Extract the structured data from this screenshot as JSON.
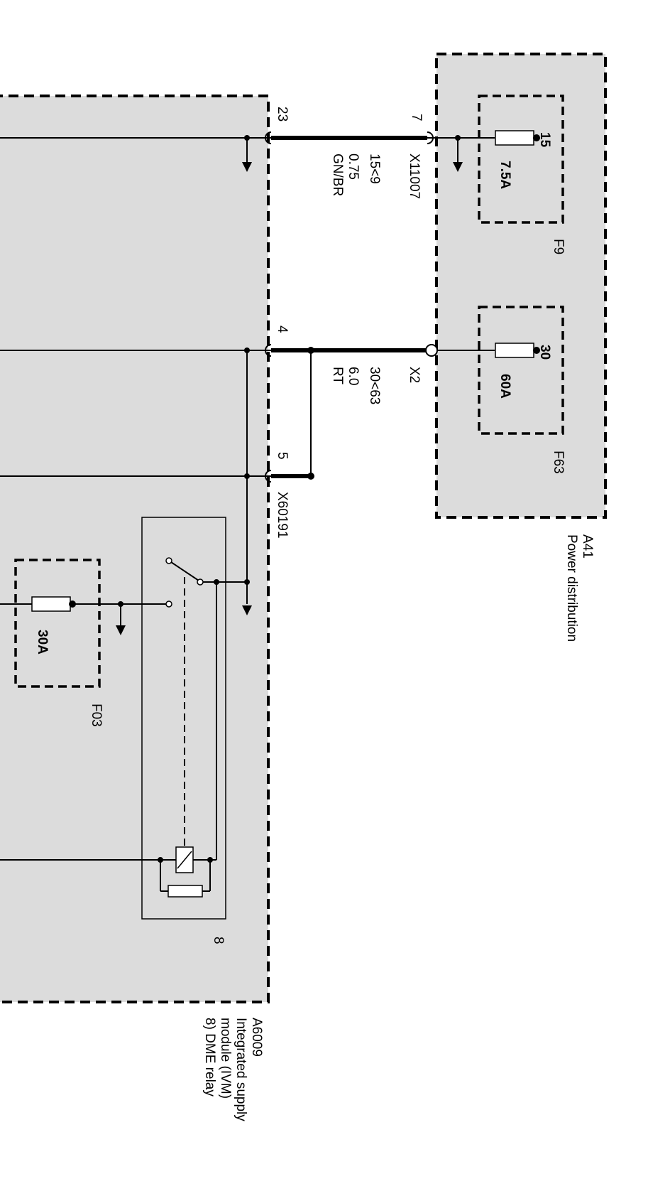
{
  "modules": {
    "a41": {
      "id": "A41",
      "desc": "Power distribution"
    },
    "a6009": {
      "id": "A6009",
      "desc_line1": "Integrated supply",
      "desc_line2": "module (IVM)",
      "desc_line3": "8) DME relay"
    }
  },
  "fuses": {
    "f9": {
      "id": "F9",
      "rating": "7.5A",
      "terminal": "15"
    },
    "f63": {
      "id": "F63",
      "rating": "60A",
      "terminal": "30"
    },
    "f03": {
      "id": "F03",
      "rating": "30A"
    }
  },
  "connectors": {
    "x11007": "X11007",
    "x2": "X2",
    "x60191": "X60191"
  },
  "pins": {
    "p7": "7",
    "p23": "23",
    "p4": "4",
    "p5": "5"
  },
  "wires": {
    "w1": {
      "circuit": "15<9",
      "size": "0.75",
      "color": "GN/BR"
    },
    "w2": {
      "circuit": "30<63",
      "size": "6.0",
      "color": "RT"
    }
  },
  "relay": {
    "ref": "8"
  },
  "colors": {
    "module_fill": "#dcdcdc",
    "line": "#000000"
  }
}
